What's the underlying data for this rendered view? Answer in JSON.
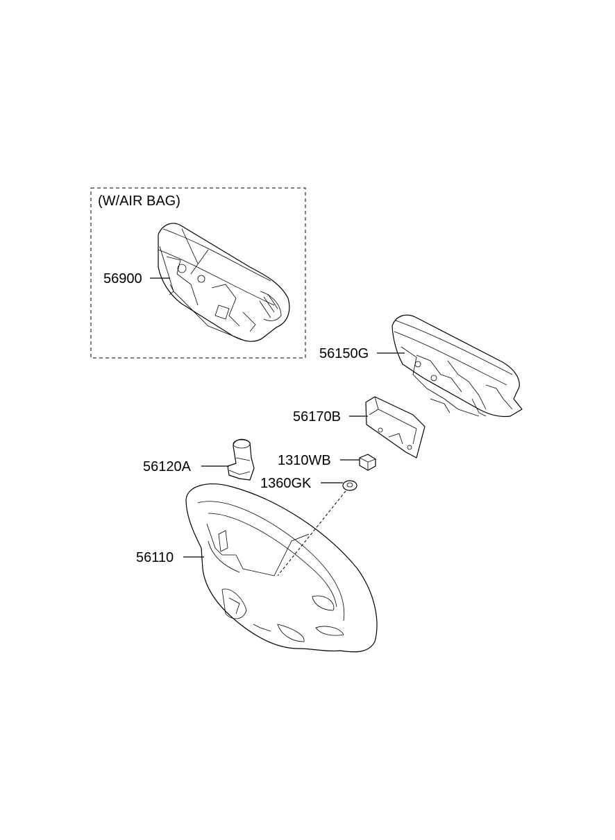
{
  "box_label": "(W/AIR BAG)",
  "parts": {
    "p56900": "56900",
    "p56150G": "56150G",
    "p56170B": "56170B",
    "p1310WB": "1310WB",
    "p56120A": "56120A",
    "p1360GK": "1360GK",
    "p56110": "56110"
  },
  "colors": {
    "line": "#000000",
    "background": "#ffffff"
  }
}
